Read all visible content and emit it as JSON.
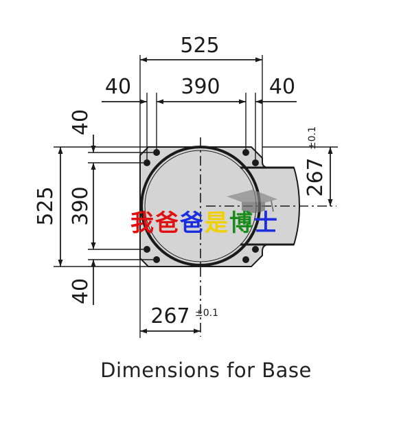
{
  "caption": "Dimensions for Base",
  "dimensions": {
    "overall_width": "525",
    "inner_width": "390",
    "left_margin": "40",
    "right_margin": "40",
    "overall_height": "525",
    "inner_height": "390",
    "top_margin": "40",
    "bottom_margin": "40",
    "center_offset_x": "267",
    "center_offset_y": "267",
    "tolerance": "±0.1"
  },
  "watermark": {
    "chars": [
      "我",
      "爸",
      "爸",
      "是",
      "博",
      "士"
    ],
    "colors": [
      "#e01010",
      "#e01010",
      "#1a2ee0",
      "#f0d000",
      "#1a8a1a",
      "#1a2ee0"
    ]
  },
  "colors": {
    "base_fill": "#d4d4d4",
    "line": "#1a1a1a"
  }
}
